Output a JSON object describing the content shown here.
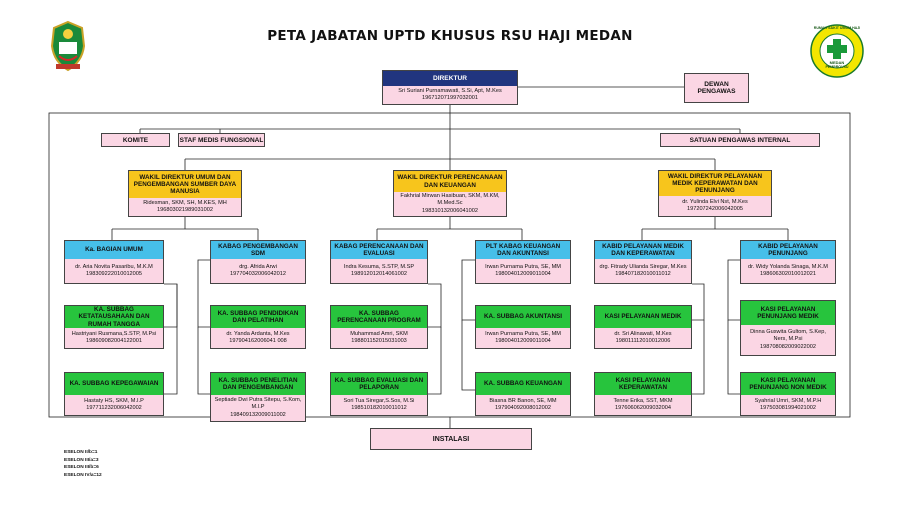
{
  "title": "PETA JABATAN UPTD KHUSUS RSU HAJI MEDAN",
  "right_logo": {
    "top": "RUMAH SAKIT UMUM HAJI",
    "bottom1": "MEDAN",
    "bottom2": "PEMPROVSU"
  },
  "direktur": {
    "title": "DIREKTUR",
    "name": "Sri Suriani Purnamawati, S.Si, Apt, M.Kes",
    "nip": "196712071997032001"
  },
  "dewan": {
    "title": "DEWAN PENGAWAS"
  },
  "komite": "KOMITE",
  "staf_medis": "STAF MEDIS FUNGSIONAL",
  "satuan": "SATUAN PENGAWAS INTERNAL",
  "wakil": [
    {
      "title": "WAKIL DIREKTUR UMUM DAN PENGEMBANGAN SUMBER DAYA MANUSIA",
      "name": "Ridesman, SKM, SH, M.KES, MH",
      "nip": "196803021989031002"
    },
    {
      "title": "WAKIL DIREKTUR PERENCANAAN DAN KEUANGAN",
      "name": "Fakhrial Mirwan Hasibuan, SKM, M.KM, M.Med.Sc",
      "nip": "198310132006041002"
    },
    {
      "title": "WAKIL DIREKTUR PELAYANAN MEDIK KEPERAWATAN DAN PENUNJANG",
      "name": "dr. Yulinda Elvi Nst, M.Kes",
      "nip": "197207242006042005"
    }
  ],
  "kabag": [
    {
      "title": "Ka. BAGIAN UMUM",
      "name": "dr. Aria Novita Pasaribu, M.K.M",
      "nip": "198309222010012005"
    },
    {
      "title": "KABAG PENGEMBANGAN SDM",
      "name": "drg. Afrida Arwi",
      "nip": "197704032006042012"
    },
    {
      "title": "KABAG PERENCANAAN DAN EVALUASI",
      "name": "Indra Kesuma, S.STP, M.SP",
      "nip": "198912012014061002"
    },
    {
      "title": "PLT KABAG KEUANGAN DAN AKUNTANSI",
      "name": "Irwan Purnama Putra, SE, MM",
      "nip": "198004012009011004"
    },
    {
      "title": "KABID PELAYANAN MEDIK DAN KEPERAWATAN",
      "name": "drg. Fitrady Ulianda Siregar, M.Kes",
      "nip": "198407182010011012"
    },
    {
      "title": "KABID PELAYANAN PENUNJANG",
      "name": "dr. Widy Yolanda Sinaga, M.K.M",
      "nip": "198606302010012021"
    }
  ],
  "row2": [
    {
      "title": "KA. SUBBAG KETATAUSAHAAN DAN RUMAH TANGGA",
      "name": "Hastriyani Rusmana,S.STP, M.Psi",
      "nip": "198609082004122001"
    },
    {
      "title": "KA. SUBBAG PENDIDIKAN DAN PELATIHAN",
      "name": "dr. Yanda Ardanta, M.Kes",
      "nip": "197904162006041 008"
    },
    {
      "title": "KA. SUBBAG PERENCANAAN PROGRAM",
      "name": "Muhammad Amri, SKM",
      "nip": "198801152015031003"
    },
    {
      "title": "KA. SUBBAG AKUNTANSI",
      "name": "Irwan Purnama Putra, SE, MM",
      "nip": "198004012009011004"
    },
    {
      "title": "KASI PELAYANAN MEDIK",
      "name": "dr. Sri Alinawati, M.Kes",
      "nip": "198011112010012006"
    },
    {
      "title": "KASI PELAYANAN PENUNJANG MEDIK",
      "name": "Dinna Guswita Gultom, S.Kep, Ners, M.Psi",
      "nip": "198708082009022002"
    }
  ],
  "row3": [
    {
      "title": "KA. SUBBAG KEPEGAWAIAN",
      "name": "Hastaty HS, SKM, M.I.P",
      "nip": "197711232006042002"
    },
    {
      "title": "KA. SUBBAG PENELITIAN DAN PENGEMBANGAN",
      "name": "Septiade Dwi Putra Sitepu, S.Kom, M.I.P",
      "nip": "198409132009011002"
    },
    {
      "title": "KA. SUBBAG EVALUASI DAN PELAPORAN",
      "name": "Sori Tua Siregar,S.Sos, M.Si",
      "nip": "198510182010011012"
    },
    {
      "title": "KA. SUBBAG KEUANGAN",
      "name": "Biasna BR Banon, SE, MM",
      "nip": "197904092008012002"
    },
    {
      "title": "KASI PELAYANAN KEPERAWATAN",
      "name": "Tenne Erika, SST, MKM",
      "nip": "197606062009032004"
    },
    {
      "title": "KASI PELAYANAN PENUNJANG NON MEDIK",
      "name": "Syahrial Umri, SKM, M.P.H",
      "nip": "197503081994021002"
    }
  ],
  "instalasi": "INSTALASI",
  "legend": [
    "ESELON II/b=1",
    "ESELON III/a=3",
    "ESELON III/b=6",
    "ESELON IV/a=12"
  ],
  "colors": {
    "navy": "#21357f",
    "gold": "#f7c51c",
    "blue": "#46bfe9",
    "green": "#27c43d",
    "pink": "#fbd6e4"
  }
}
